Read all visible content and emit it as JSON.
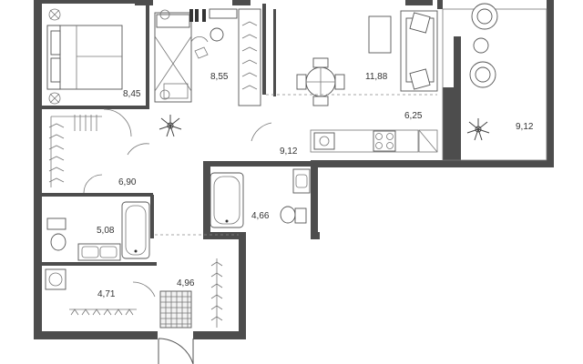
{
  "floor_plan": {
    "colors": {
      "wall": "#4d4d4d",
      "background": "#ffffff",
      "line": "#555555",
      "text": "#333333"
    },
    "rooms": [
      {
        "id": "bedroom-1",
        "label": "8,45",
        "furniture": [
          "double-bed",
          "nightstand-icon"
        ]
      },
      {
        "id": "bedroom-2",
        "label": "8,55",
        "furniture": [
          "double-bed",
          "desk",
          "chair",
          "wardrobe"
        ]
      },
      {
        "id": "living-room",
        "label": "11,88",
        "furniture": [
          "sofa",
          "armchair",
          "dining-table",
          "chairs",
          "tv-stand"
        ]
      },
      {
        "id": "balcony",
        "label": "9,12",
        "furniture": [
          "armchairs",
          "round-table",
          "plant-icon"
        ]
      },
      {
        "id": "kitchen",
        "label": "6,25",
        "furniture": [
          "sink",
          "cooktop",
          "counter"
        ]
      },
      {
        "id": "hall",
        "label": "9,12",
        "furniture": []
      },
      {
        "id": "wardrobe-room",
        "label": "6,90",
        "furniture": [
          "hanging-rail"
        ]
      },
      {
        "id": "bathroom-1",
        "label": "4,66",
        "furniture": [
          "bathtub",
          "washbasin",
          "toilet"
        ]
      },
      {
        "id": "bathroom-2",
        "label": "5,08",
        "furniture": [
          "bathtub",
          "toilet",
          "double-washbasin"
        ]
      },
      {
        "id": "storage",
        "label": "4,71",
        "furniture": [
          "washing-machine",
          "hanging-rail"
        ]
      },
      {
        "id": "entrance",
        "label": "4,96",
        "furniture": [
          "doormat",
          "hanging-rail"
        ]
      }
    ]
  }
}
